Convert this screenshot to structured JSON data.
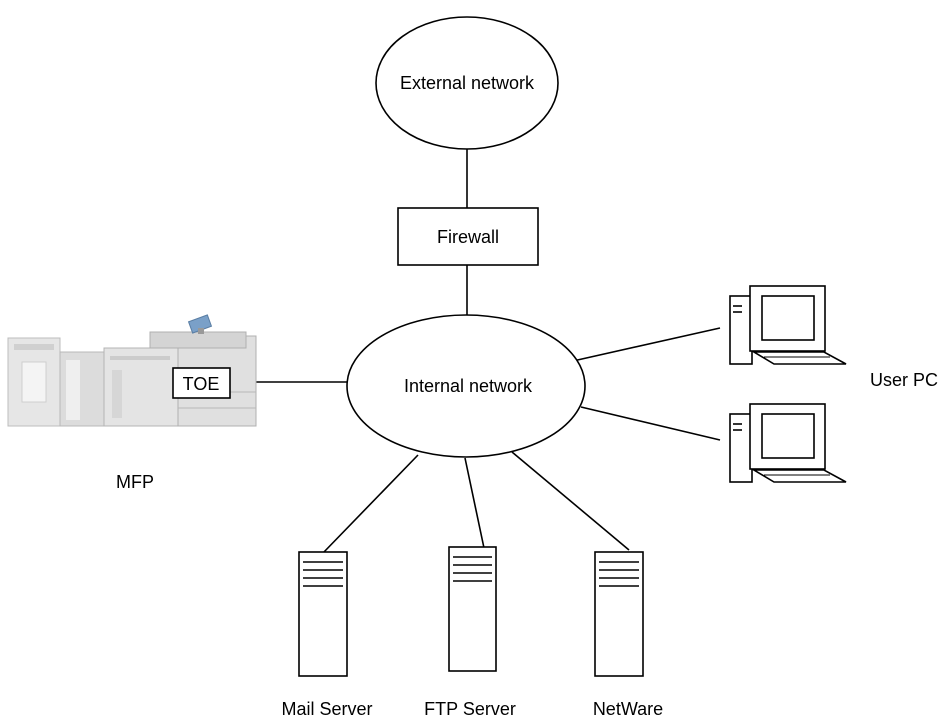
{
  "nodes": {
    "external_network": "External network",
    "firewall": "Firewall",
    "internal_network": "Internal network",
    "toe": "TOE",
    "mfp": "MFP",
    "user_pc": "User PC",
    "mail_server": "Mail Server",
    "ftp_server": "FTP Server",
    "netware": "NetWare"
  },
  "colors": {
    "line": "#000000",
    "background": "#ffffff",
    "printer_body": "#e4e4e4",
    "printer_shade": "#c8c8c8",
    "printer_panel": "#7aa0c8"
  }
}
